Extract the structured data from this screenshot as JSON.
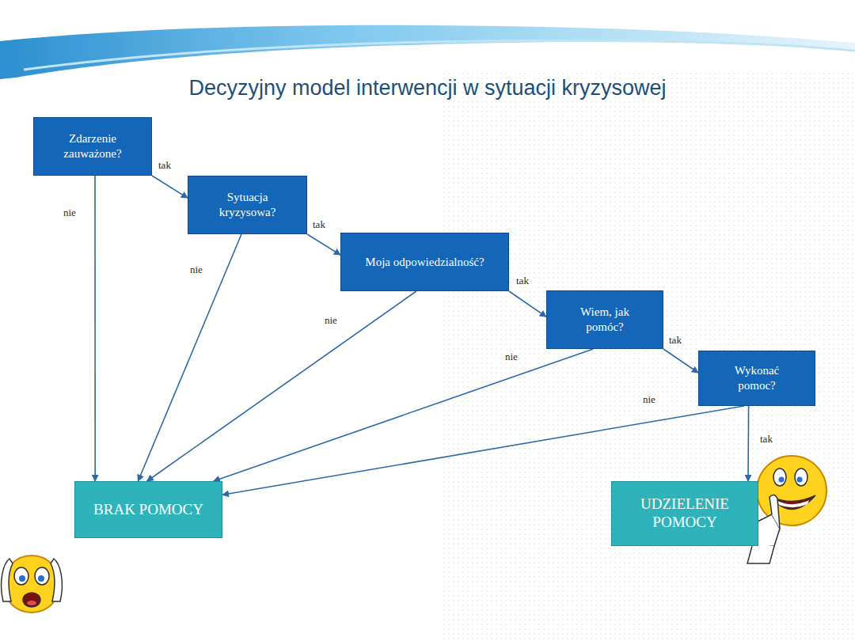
{
  "diagram": {
    "title": "Decyzyjny model interwencji w sytuacji kryzysowej",
    "nodes": [
      {
        "text": [
          "Zdarzenie zauważone?"
        ]
      },
      {
        "text": [
          "Sytuacja kryzysowa?"
        ]
      },
      {
        "text": [
          "Moja odpowiedzialność?"
        ]
      },
      {
        "text": [
          "Wiem, jak pomóc?"
        ]
      },
      {
        "text": [
          "Wykonać pomoc?"
        ]
      },
      {
        "text": [
          "BRAK POMOCY"
        ]
      },
      {
        "text": [
          "UDZIELENIE POMOCY"
        ]
      }
    ],
    "edges": [
      {
        "from": 0,
        "to": 1,
        "label": "tak",
        "arrow": "to"
      },
      {
        "from": 1,
        "to": 2,
        "label": "tak",
        "arrow": "to"
      },
      {
        "from": 2,
        "to": 3,
        "label": "tak",
        "arrow": "to"
      },
      {
        "from": 3,
        "to": 4,
        "label": "tak",
        "arrow": "to"
      },
      {
        "from": 4,
        "to": 6,
        "label": "tak",
        "arrow": "to"
      },
      {
        "from": 0,
        "to": 5,
        "label": "nie",
        "arrow": "to"
      },
      {
        "from": 1,
        "to": 5,
        "label": "nie",
        "arrow": "to"
      },
      {
        "from": 2,
        "to": 5,
        "label": "nie",
        "arrow": "to"
      },
      {
        "from": 3,
        "to": 5,
        "label": "nie",
        "arrow": "to"
      },
      {
        "from": 4,
        "to": 5,
        "label": "nie",
        "arrow": "to"
      }
    ]
  }
}
